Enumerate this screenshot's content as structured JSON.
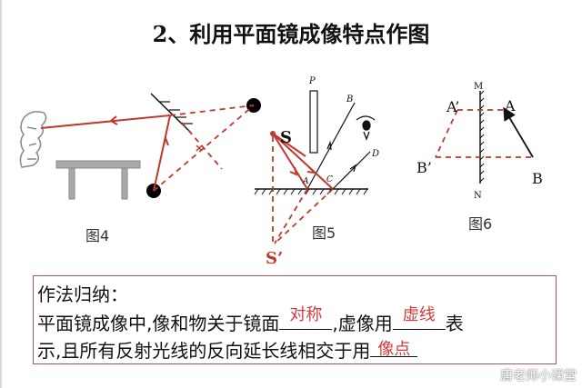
{
  "title": "2、利用平面镜成像特点作图",
  "figures": {
    "fig4": {
      "caption": "图4"
    },
    "fig5": {
      "caption": "图5",
      "labels": {
        "S": "S",
        "S_prime": "S’",
        "P": "P",
        "B": "B",
        "D": "D",
        "A": "A",
        "C": "C"
      }
    },
    "fig6": {
      "caption": "图6",
      "labels": {
        "M": "M",
        "N": "N",
        "A": "A",
        "B": "B",
        "A_prime": "A’",
        "B_prime": "B’"
      }
    }
  },
  "summary": {
    "heading": "作法归纳：",
    "line2_a": "平面镜成像中,像和物关于镜面",
    "answer1": "对称",
    "line2_b": ",虚像用",
    "answer2": "虚线",
    "line2_c": "表",
    "line3_a": "示,且所有反射光线的反向延长线相交于用",
    "answer3": "像点"
  },
  "watermark": "唐老师小课堂",
  "colors": {
    "red": "#d33a3a",
    "dark_red": "#b03030",
    "border": "#a05a5a"
  }
}
